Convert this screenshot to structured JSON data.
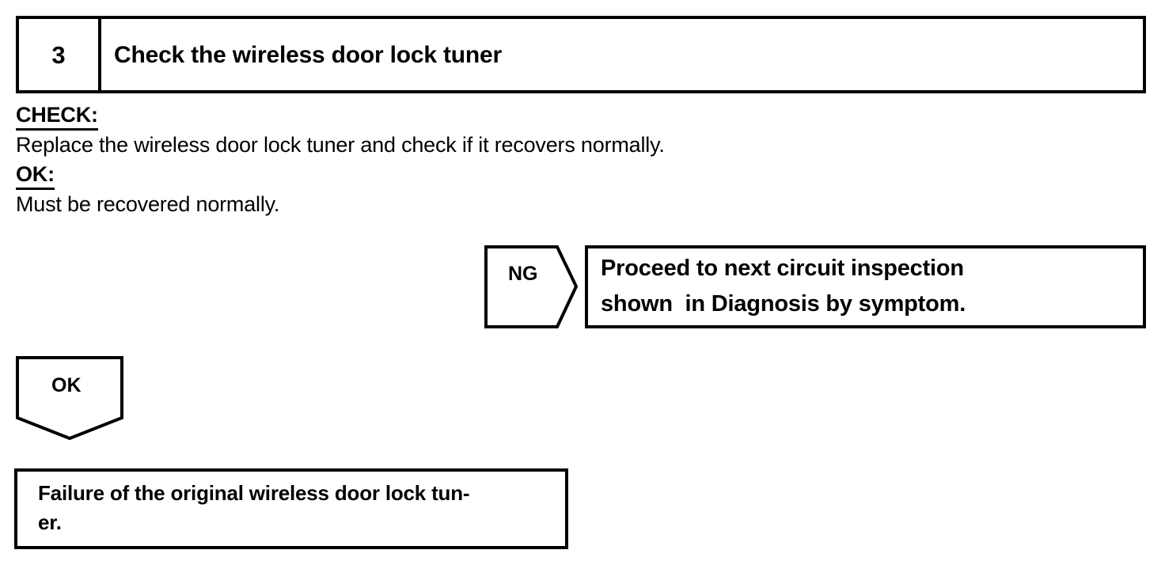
{
  "document": {
    "type": "diagnostic-flowchart",
    "background_color": "#ffffff",
    "ink_color": "#000000"
  },
  "step_header": {
    "number": "3",
    "title": "Check the wireless door lock tuner"
  },
  "instructions": [
    {
      "heading": "CHECK:",
      "body": "Replace the wireless door lock tuner and check if it recovers normally."
    },
    {
      "heading": "OK:",
      "body": "Must be recovered normally."
    }
  ],
  "ng_branch": {
    "arrow_label": "NG",
    "arrow_shape": "pentagon-right",
    "box_lines": [
      "Proceed to next circuit inspection",
      "shown  in Diagnosis by symptom."
    ]
  },
  "ok_branch": {
    "arrow_label": "OK",
    "arrow_shape": "pentagon-down"
  },
  "result_box": {
    "lines": [
      "Failure of the original wireless door lock tun-",
      "er."
    ]
  }
}
